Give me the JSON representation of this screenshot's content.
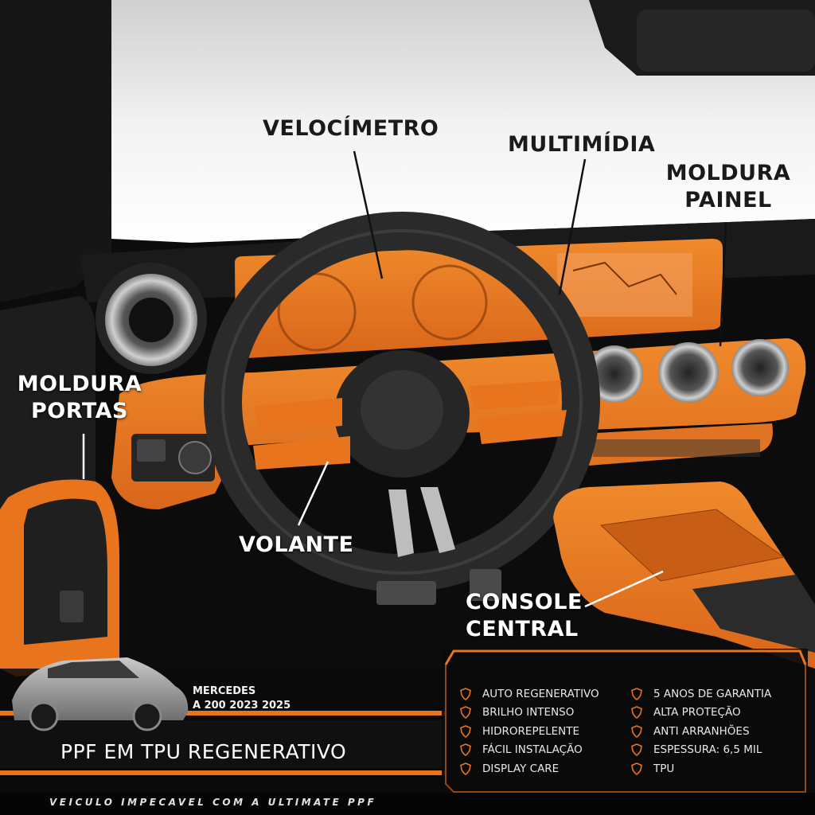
{
  "colors": {
    "accent": "#e8741e",
    "background": "#0b0b0b",
    "windshield": "#e6e6e6",
    "text_light": "#ffffff",
    "text_dark": "#1a1a1a"
  },
  "callouts": {
    "velocimetro": "VELOCÍMETRO",
    "multimidia": "MULTIMÍDIA",
    "moldura_painel_line1": "MOLDURA",
    "moldura_painel_line2": "PAINEL",
    "moldura_portas_line1": "MOLDURA",
    "moldura_portas_line2": "PORTAS",
    "volante": "VOLANTE",
    "console_line1": "CONSOLE",
    "console_line2": "CENTRAL"
  },
  "car": {
    "name_line1": "MERCEDES",
    "name_line2": "A 200 2023 2025"
  },
  "product_title": "PPF EM TPU REGENERATIVO",
  "features_left": [
    {
      "label": "AUTO REGENERATIVO",
      "icon": "shield-icon"
    },
    {
      "label": "BRILHO INTENSO",
      "icon": "shield-icon"
    },
    {
      "label": "HIDROREPELENTE",
      "icon": "shield-icon"
    },
    {
      "label": "FÁCIL INSTALAÇÃO",
      "icon": "shield-icon"
    },
    {
      "label": "DISPLAY CARE",
      "icon": "shield-icon"
    }
  ],
  "features_right": [
    {
      "label": "5 ANOS DE GARANTIA",
      "icon": "shield-icon"
    },
    {
      "label": "ALTA PROTEÇÃO",
      "icon": "shield-icon"
    },
    {
      "label": "ANTI ARRANHÕES",
      "icon": "shield-icon"
    },
    {
      "label": "ESPESSURA: 6,5 MIL",
      "icon": "shield-icon"
    },
    {
      "label": "TPU",
      "icon": "shield-icon"
    }
  ],
  "footer": "VEICULO IMPECAVEL COM A ULTIMATE PPF"
}
